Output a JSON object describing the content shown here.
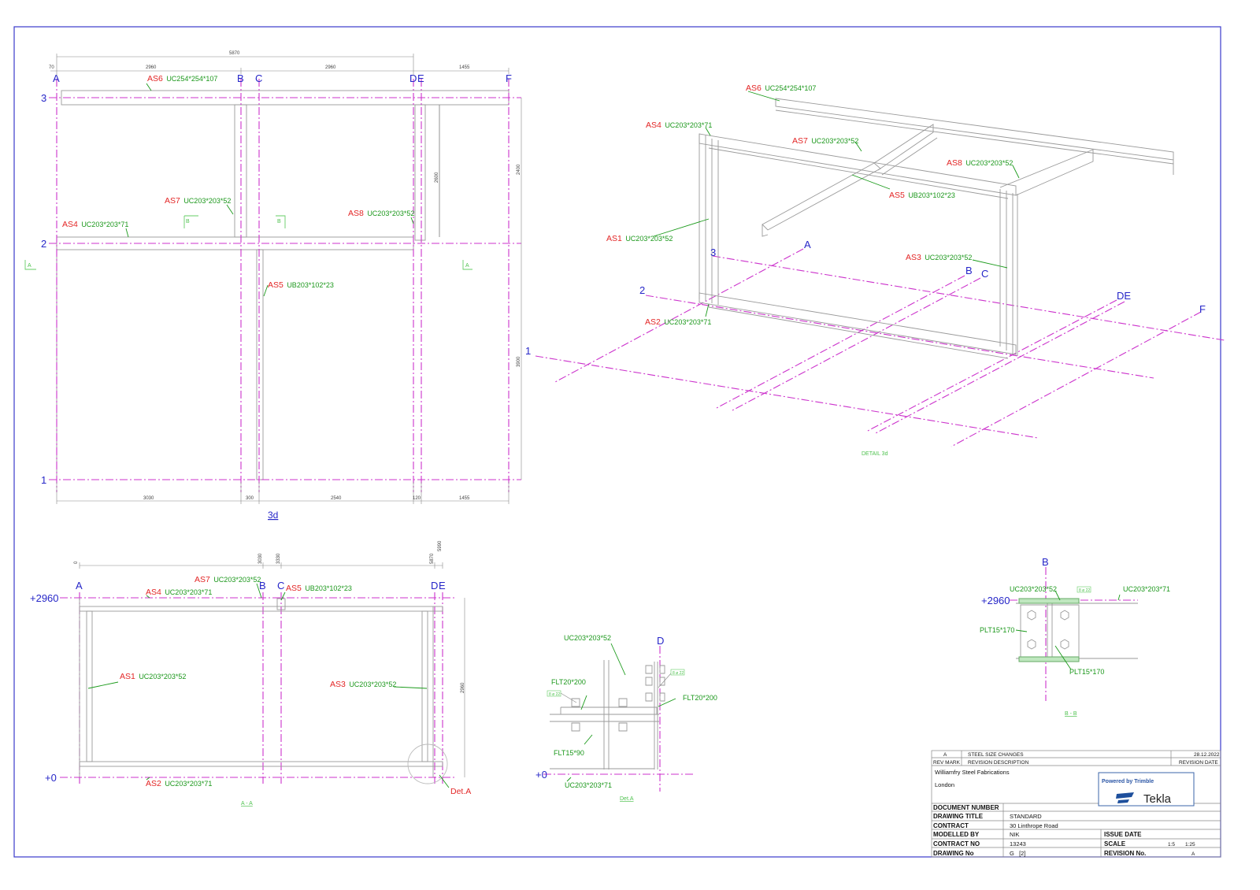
{
  "colors": {
    "border": "#3a3acc",
    "grid": "#cc33cc",
    "mark": "#e32626",
    "profile": "#1c981c",
    "gridlabel": "#2626c8"
  },
  "plan": {
    "title": "3d",
    "grid_cols": [
      "A",
      "B",
      "C",
      "D",
      "E",
      "F"
    ],
    "grid_rows": [
      "3",
      "2",
      "1"
    ],
    "dims_top": [
      "70",
      "2960",
      "2960",
      "1455"
    ],
    "dim_overall": "5870",
    "dims_bottom": [
      "3030",
      "300",
      "2540",
      "120",
      "1455"
    ],
    "dims_right": [
      "2600",
      "2400",
      "3900"
    ],
    "section_marks": [
      "B",
      "B",
      "A",
      "A"
    ],
    "labels": [
      {
        "mark": "AS6",
        "profile": "UC254*254*107"
      },
      {
        "mark": "AS7",
        "profile": "UC203*203*52"
      },
      {
        "mark": "AS4",
        "profile": "UC203*203*71"
      },
      {
        "mark": "AS8",
        "profile": "UC203*203*52"
      },
      {
        "mark": "AS5",
        "profile": "UB203*102*23"
      }
    ]
  },
  "iso": {
    "title": "DETAIL 3d",
    "grid_labels": [
      "A",
      "B",
      "C",
      "DE",
      "F",
      "3",
      "2",
      "1"
    ],
    "labels": [
      {
        "mark": "AS6",
        "profile": "UC254*254*107"
      },
      {
        "mark": "AS4",
        "profile": "UC203*203*71"
      },
      {
        "mark": "AS7",
        "profile": "UC203*203*52"
      },
      {
        "mark": "AS8",
        "profile": "UC203*203*52"
      },
      {
        "mark": "AS5",
        "profile": "UB203*102*23"
      },
      {
        "mark": "AS1",
        "profile": "UC203*203*52"
      },
      {
        "mark": "AS3",
        "profile": "UC203*203*52"
      },
      {
        "mark": "AS2",
        "profile": "UC203*203*71"
      }
    ]
  },
  "section_aa": {
    "title": "A - A",
    "grid_cols": [
      "A",
      "B",
      "C",
      "D",
      "E"
    ],
    "levels": [
      "+2960",
      "+0"
    ],
    "dims_top": [
      "0",
      "3030",
      "3330",
      "5870",
      "5990"
    ],
    "dim_right": "2960",
    "detail_callout": "Det.A",
    "labels": [
      {
        "mark": "AS7",
        "profile": "UC203*203*52"
      },
      {
        "mark": "AS4",
        "profile": "UC203*203*71"
      },
      {
        "mark": "AS5",
        "profile": "UB203*102*23"
      },
      {
        "mark": "AS1",
        "profile": "UC203*203*52"
      },
      {
        "mark": "AS3",
        "profile": "UC203*203*52"
      },
      {
        "mark": "AS2",
        "profile": "UC203*203*71"
      }
    ]
  },
  "detail_a": {
    "title": "Det.A",
    "grid": "D",
    "level": "+0",
    "weld": "8 ø 22",
    "labels": [
      "UC203*203*52",
      "FLT20*200",
      "FLT20*200",
      "FLT15*90",
      "UC203*203*71"
    ]
  },
  "section_bb": {
    "title": "B - B",
    "grid": "B",
    "level": "+2960",
    "weld": "8 ø 22",
    "labels": [
      "UC203*203*52",
      "UC203*203*71",
      "PLT15*170",
      "PLT15*170"
    ]
  },
  "title_block": {
    "rev_mark": "A",
    "rev_description": "STEEL SIZE CHANGES",
    "rev_date": "28.12.2022",
    "rev_mark_header": "REV MARK",
    "rev_description_header": "REVISION DESCRIPTION",
    "rev_date_header": "REVISION DATE",
    "company": "Williamfry Steel Fabrications",
    "city": "London",
    "logo_top": "Powered by Trimble",
    "logo_main": "Tekla",
    "rows": [
      {
        "label": "DOCUMENT NUMBER",
        "value": ""
      },
      {
        "label": "DRAWING TITLE",
        "value": "STANDARD"
      },
      {
        "label": "CONTRACT",
        "value": "30 Linthrope Road"
      },
      {
        "label": "MODELLED BY",
        "value": "NIK",
        "label2": "ISSUE DATE",
        "value2": ""
      },
      {
        "label": "CONTRACT NO",
        "value": "13243",
        "label2": "SCALE",
        "value2": "1:5",
        "value3": "1:25"
      },
      {
        "label": "DRAWING No",
        "value": "G   [2]",
        "label2": "REVISION No.",
        "value2": "A"
      }
    ]
  }
}
